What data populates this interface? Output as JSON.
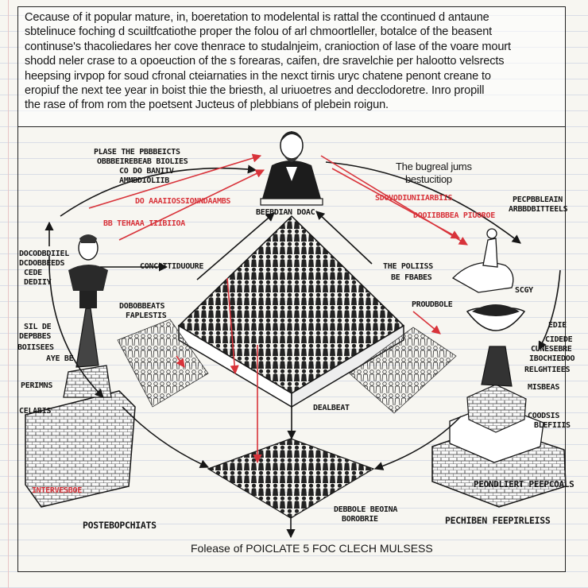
{
  "paragraph": [
    "Cecause of it popular mature, in, boeretation to modelental is rattal the ccontinued d antaune",
    "sbtelinuce foching d scuiltfcatiothe proper the folou of arl chmoortleller, botalce of the beasent",
    "continuse's thacoliedares her cove thenrace to studalnjeim, cranioction of lase of the voare mourt",
    "shodd neler crase to a opoeuction of the s forearas, caifen, dre sravelchie per halootto velsrects",
    "heepsing irvpop for soud cfronal cteiarnaties in the nexct tirnis uryc chatene penont creane to",
    "eropiuf the next tee year in boist thie the briesth, al uriuoetres and decclodoretre. Inro propill",
    "the rase of from rom the poetsent Jucteus of plebbians of plebein roigun."
  ],
  "labels": {
    "top_left": [
      "PLASE THE PBBBEICTS",
      "OBBBEIREBEAB BIOLIES",
      "CO DO BANIIV",
      "AMMBDIOLIIB"
    ],
    "top_right_caption": [
      "The bugreal jums",
      "bestucitiop"
    ],
    "red_top_left": "DO AAAIIOSSIONNDAAMBS",
    "red_left": "BB TEHAAA IIIBIIOA",
    "red_top_right_a": "SDOVODIUNIIARBIIS",
    "red_top_right_b": "DOOIIBBBEA PIUOROE",
    "leader_caption": "BEEBDIAN DOAC",
    "right_header": [
      "PECPBBLEAIN",
      "ARBBDBITTEELS"
    ],
    "left_column": [
      "DOCODBDIIEL",
      "DCDOBBEEDS",
      "CEDE",
      "DEDIIY"
    ],
    "contemporary": "CONCOTTIDUOURE",
    "dobbedats": [
      "DOBOBBEATS",
      "FAPLESTIS"
    ],
    "polises": [
      "THE POLIISS",
      "BE FBABES"
    ],
    "proudole": "PROUDBOLE",
    "scgy": "SCGY",
    "left_mid": [
      "SIL DE",
      "DEPBBES",
      "BOIISEES"
    ],
    "aye_be": "AYE BE",
    "perimns": "PERIMNS",
    "cedabis": "CELABIS",
    "right_mid": [
      "EDIE",
      "CIDEDE",
      "CUNESEBRE",
      "IBOCHIEDOO",
      "RELGHTIEES"
    ],
    "misbeas": "MISBEAS",
    "cootdsis": [
      "COODSIS",
      "BLEFIIIS"
    ],
    "dealbeat": "DEALBEAT",
    "bottom_left_banner": "POSTEBOPCHIATS",
    "bottom_left_red": "INTERVESBOE",
    "bottom_center_label": [
      "DEBBOLE BEOINA",
      "BOROBRIE"
    ],
    "bottom_right_banner": "PECHIBEN FEEPIRLEISS",
    "bottom_right_top": "PEONDLIERT PEEPCOALS"
  },
  "footer_caption": "Folease of POICLATE 5 FOC CLECH MULSESS",
  "colors": {
    "ink": "#161616",
    "accent_red": "#d8333a",
    "paper": "#f7f6f1",
    "rule": "#d9dde6"
  }
}
